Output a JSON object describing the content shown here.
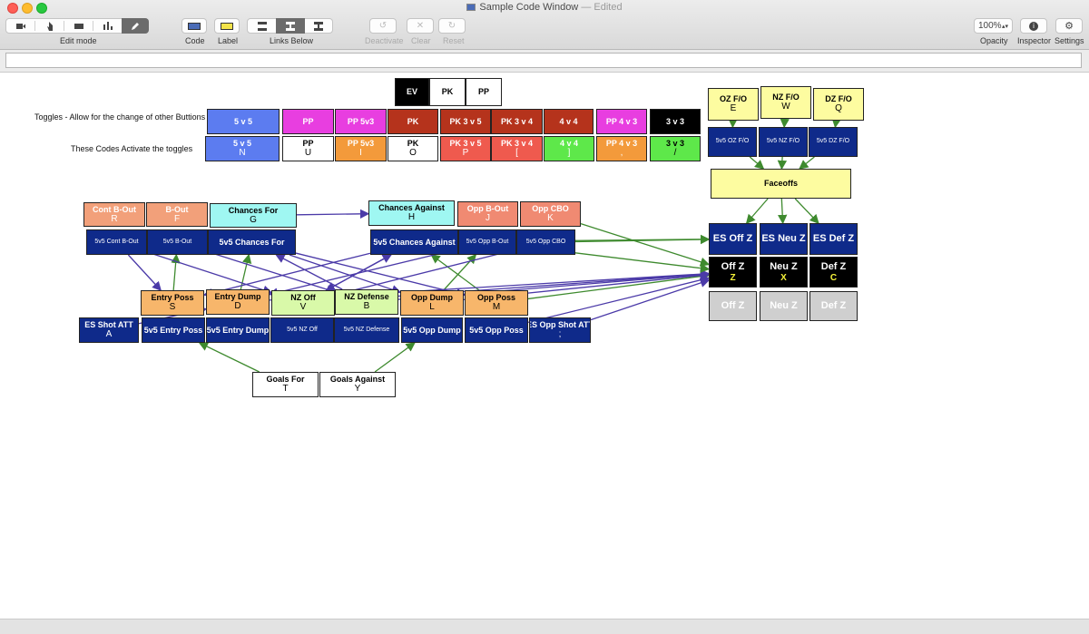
{
  "window": {
    "title": "Sample Code Window",
    "edited": " — Edited",
    "controls": {
      "close": "#fe5f57",
      "minimize": "#febc2e",
      "zoom": "#28c840"
    }
  },
  "toolbar": {
    "edit_mode_label": "Edit mode",
    "code_label": "Code",
    "label_label": "Label",
    "links_below_label": "Links Below",
    "deactivate_label": "Deactivate",
    "clear_label": "Clear",
    "reset_label": "Reset",
    "opacity_value": "100%",
    "opacity_label": "Opacity",
    "inspector_label": "Inspector",
    "settings_label": "Settings",
    "edit_icons": [
      "video-icon",
      "pointer-icon",
      "film-icon",
      "bar-chart-icon",
      "pencil-icon"
    ]
  },
  "text_field": {
    "value": ""
  },
  "notes": {
    "toggles": "Toggles - Allow for the change of other Buttions",
    "codes": "These Codes Activate the toggles"
  },
  "buttons": [
    {
      "id": "ev",
      "name": "EV",
      "key": "",
      "bg": "#000000",
      "fg": "#ffffff",
      "l": 435,
      "t": 86,
      "w": 38,
      "h": 31
    },
    {
      "id": "pk-top",
      "name": "PK",
      "key": "",
      "bg": "#ffffff",
      "fg": "#000000",
      "l": 473,
      "t": 86,
      "w": 40,
      "h": 31
    },
    {
      "id": "pp-top",
      "name": "PP",
      "key": "",
      "bg": "#ffffff",
      "fg": "#000000",
      "l": 513,
      "t": 86,
      "w": 40,
      "h": 31
    },
    {
      "id": "t-5v5",
      "name": "5 v 5",
      "key": "",
      "bg": "#5c7cf0",
      "fg": "#ffffff",
      "l": 228,
      "t": 120,
      "w": 80,
      "h": 28
    },
    {
      "id": "t-pp",
      "name": "PP",
      "key": "",
      "bg": "#e83ee0",
      "fg": "#ffffff",
      "l": 311,
      "t": 120,
      "w": 57,
      "h": 28
    },
    {
      "id": "t-pp5v3",
      "name": "PP 5v3",
      "key": "",
      "bg": "#e83ee0",
      "fg": "#ffffff",
      "l": 369,
      "t": 120,
      "w": 57,
      "h": 28
    },
    {
      "id": "t-pk",
      "name": "PK",
      "key": "",
      "bg": "#b5331c",
      "fg": "#ffffff",
      "l": 427,
      "t": 120,
      "w": 56,
      "h": 28
    },
    {
      "id": "t-pk3v5",
      "name": "PK 3 v 5",
      "key": "",
      "bg": "#b5331c",
      "fg": "#ffffff",
      "l": 485,
      "t": 120,
      "w": 56,
      "h": 28
    },
    {
      "id": "t-pk3v4",
      "name": "PK 3 v 4",
      "key": "",
      "bg": "#b5331c",
      "fg": "#ffffff",
      "l": 541,
      "t": 120,
      "w": 57,
      "h": 28
    },
    {
      "id": "t-4v4",
      "name": "4 v 4",
      "key": "",
      "bg": "#b5331c",
      "fg": "#ffffff",
      "l": 599,
      "t": 120,
      "w": 55,
      "h": 28
    },
    {
      "id": "t-pp4v3",
      "name": "PP 4 v 3",
      "key": "",
      "bg": "#e83ee0",
      "fg": "#ffffff",
      "l": 657,
      "t": 120,
      "w": 56,
      "h": 28
    },
    {
      "id": "t-3v3",
      "name": "3 v 3",
      "key": "",
      "bg": "#000000",
      "fg": "#ffffff",
      "l": 716,
      "t": 120,
      "w": 56,
      "h": 28
    },
    {
      "id": "a-5v5",
      "name": "5 v 5",
      "key": "N",
      "bg": "#5c7cf0",
      "fg": "#ffffff",
      "l": 226,
      "t": 150,
      "w": 82,
      "h": 28
    },
    {
      "id": "a-pp",
      "name": "PP",
      "key": "U",
      "bg": "#ffffff",
      "fg": "#000000",
      "l": 311,
      "t": 150,
      "w": 57,
      "h": 28
    },
    {
      "id": "a-pp5v3",
      "name": "PP 5v3",
      "key": "I",
      "bg": "#f39a3b",
      "fg": "#ffffff",
      "l": 369,
      "t": 150,
      "w": 57,
      "h": 28
    },
    {
      "id": "a-pk",
      "name": "PK",
      "key": "O",
      "bg": "#ffffff",
      "fg": "#000000",
      "l": 427,
      "t": 150,
      "w": 56,
      "h": 28
    },
    {
      "id": "a-pk3v5",
      "name": "PK 3 v 5",
      "key": "P",
      "bg": "#ef5a4e",
      "fg": "#ffffff",
      "l": 485,
      "t": 150,
      "w": 56,
      "h": 28
    },
    {
      "id": "a-pk3v4",
      "name": "PK 3 v 4",
      "key": "[",
      "bg": "#ef5a4e",
      "fg": "#ffffff",
      "l": 541,
      "t": 150,
      "w": 57,
      "h": 28
    },
    {
      "id": "a-4v4",
      "name": "4 v 4",
      "key": "]",
      "bg": "#5ee84a",
      "fg": "#ffffff",
      "l": 599,
      "t": 150,
      "w": 56,
      "h": 28
    },
    {
      "id": "a-pp4v3",
      "name": "PP 4 v 3",
      "key": ",",
      "bg": "#f39a3b",
      "fg": "#ffffff",
      "l": 657,
      "t": 150,
      "w": 56,
      "h": 28
    },
    {
      "id": "a-3v3",
      "name": "3 v 3",
      "key": "/",
      "bg": "#5ee84a",
      "fg": "#000000",
      "l": 716,
      "t": 150,
      "w": 56,
      "h": 28
    },
    {
      "id": "oz-fo",
      "name": "OZ F/O",
      "key": "E",
      "bg": "#fdfca0",
      "fg": "#000000",
      "l": 780,
      "t": 97,
      "w": 56,
      "h": 36
    },
    {
      "id": "nz-fo",
      "name": "NZ F/O",
      "key": "W",
      "bg": "#fdfca0",
      "fg": "#000000",
      "l": 838,
      "t": 95,
      "w": 56,
      "h": 36
    },
    {
      "id": "dz-fo",
      "name": "DZ F/O",
      "key": "Q",
      "bg": "#fdfca0",
      "fg": "#000000",
      "l": 896,
      "t": 97,
      "w": 56,
      "h": 36
    },
    {
      "id": "oz-fo-5v5",
      "name": "5v5 OZ F/O",
      "key": "",
      "bg": "#0f2a8a",
      "fg": "#ffffff",
      "plain": true,
      "l": 780,
      "t": 140,
      "w": 54,
      "h": 33
    },
    {
      "id": "nz-fo-5v5",
      "name": "5v5 NZ F/O",
      "key": "",
      "bg": "#0f2a8a",
      "fg": "#ffffff",
      "plain": true,
      "l": 836,
      "t": 140,
      "w": 54,
      "h": 33
    },
    {
      "id": "dz-fo-5v5",
      "name": "5v5 DZ F/O",
      "key": "",
      "bg": "#0f2a8a",
      "fg": "#ffffff",
      "plain": true,
      "l": 891,
      "t": 140,
      "w": 54,
      "h": 33
    },
    {
      "id": "faceoffs",
      "name": "Faceoffs",
      "key": "",
      "bg": "#fdfca0",
      "fg": "#000000",
      "l": 783,
      "t": 186,
      "w": 155,
      "h": 33
    },
    {
      "id": "es-off",
      "name": "ES Off Z",
      "key": "",
      "bg": "#0f2a8a",
      "fg": "#ffffff",
      "big": true,
      "l": 781,
      "t": 246,
      "w": 53,
      "h": 35
    },
    {
      "id": "es-neu",
      "name": "ES Neu Z",
      "key": "",
      "bg": "#0f2a8a",
      "fg": "#ffffff",
      "big": true,
      "l": 837,
      "t": 246,
      "w": 53,
      "h": 35
    },
    {
      "id": "es-def",
      "name": "ES Def Z",
      "key": "",
      "bg": "#0f2a8a",
      "fg": "#ffffff",
      "big": true,
      "l": 892,
      "t": 246,
      "w": 53,
      "h": 35
    },
    {
      "id": "off-z",
      "name": "Off Z",
      "key": "Z",
      "bg": "#000000",
      "fg": "#ffffff",
      "keycolor": "#f6f33a",
      "big": true,
      "l": 781,
      "t": 283,
      "w": 53,
      "h": 34
    },
    {
      "id": "neu-z",
      "name": "Neu Z",
      "key": "X",
      "bg": "#000000",
      "fg": "#ffffff",
      "keycolor": "#f6f33a",
      "big": true,
      "l": 837,
      "t": 283,
      "w": 53,
      "h": 34
    },
    {
      "id": "def-z",
      "name": "Def Z",
      "key": "C",
      "bg": "#000000",
      "fg": "#ffffff",
      "keycolor": "#f6f33a",
      "big": true,
      "l": 892,
      "t": 283,
      "w": 53,
      "h": 34
    },
    {
      "id": "off-z-grey",
      "name": "Off Z",
      "key": "",
      "bg": "#cfcfcf",
      "fg": "#ffffff",
      "big": true,
      "l": 781,
      "t": 321,
      "w": 53,
      "h": 33
    },
    {
      "id": "neu-z-grey",
      "name": "Neu Z",
      "key": "",
      "bg": "#cfcfcf",
      "fg": "#ffffff",
      "big": true,
      "l": 837,
      "t": 321,
      "w": 53,
      "h": 33
    },
    {
      "id": "def-z-grey",
      "name": "Def Z",
      "key": "",
      "bg": "#cfcfcf",
      "fg": "#ffffff",
      "big": true,
      "l": 892,
      "t": 321,
      "w": 53,
      "h": 33
    },
    {
      "id": "cont-bout",
      "name": "Cont B-Out",
      "key": "R",
      "bg": "#f2a07a",
      "fg": "#ffffff",
      "l": 92,
      "t": 223,
      "w": 68,
      "h": 27
    },
    {
      "id": "bout",
      "name": "B-Out",
      "key": "F",
      "bg": "#f2a07a",
      "fg": "#ffffff",
      "l": 161,
      "t": 223,
      "w": 68,
      "h": 27
    },
    {
      "id": "chances-for",
      "name": "Chances For",
      "key": "G",
      "bg": "#9ff7f2",
      "fg": "#000000",
      "l": 231,
      "t": 224,
      "w": 96,
      "h": 27
    },
    {
      "id": "chances-against",
      "name": "Chances Against",
      "key": "H",
      "bg": "#9ff7f2",
      "fg": "#000000",
      "l": 406,
      "t": 221,
      "w": 95,
      "h": 28
    },
    {
      "id": "opp-bout",
      "name": "Opp B-Out",
      "key": "J",
      "bg": "#f08a72",
      "fg": "#ffffff",
      "l": 504,
      "t": 222,
      "w": 67,
      "h": 28
    },
    {
      "id": "opp-cbo",
      "name": "Opp CBO",
      "key": "K",
      "bg": "#f08a72",
      "fg": "#ffffff",
      "l": 573,
      "t": 222,
      "w": 67,
      "h": 28
    },
    {
      "id": "cont-bout-5v5",
      "name": "5v5 Cont B-Out",
      "key": "",
      "bg": "#0f2a8a",
      "fg": "#ffffff",
      "plain": true,
      "l": 95,
      "t": 253,
      "w": 67,
      "h": 28
    },
    {
      "id": "bout-5v5",
      "name": "5v5 B-Out",
      "key": "",
      "bg": "#0f2a8a",
      "fg": "#ffffff",
      "plain": true,
      "l": 162,
      "t": 253,
      "w": 67,
      "h": 28
    },
    {
      "id": "chances-for-5v5",
      "name": "5v5 Chances For",
      "key": "",
      "bg": "#0f2a8a",
      "fg": "#ffffff",
      "l": 229,
      "t": 253,
      "w": 97,
      "h": 28
    },
    {
      "id": "chances-against-5v5",
      "name": "5v5 Chances Against",
      "key": "",
      "bg": "#0f2a8a",
      "fg": "#ffffff",
      "l": 408,
      "t": 253,
      "w": 97,
      "h": 28
    },
    {
      "id": "opp-bout-5v5",
      "name": "5v5 Opp B-Out",
      "key": "",
      "bg": "#0f2a8a",
      "fg": "#ffffff",
      "plain": true,
      "l": 505,
      "t": 253,
      "w": 64,
      "h": 28
    },
    {
      "id": "opp-cbo-5v5",
      "name": "5v5 Opp CBO",
      "key": "",
      "bg": "#0f2a8a",
      "fg": "#ffffff",
      "plain": true,
      "l": 569,
      "t": 253,
      "w": 65,
      "h": 28
    },
    {
      "id": "entry-poss",
      "name": "Entry Poss",
      "key": "S",
      "bg": "#f7b66b",
      "fg": "#000000",
      "l": 155,
      "t": 320,
      "w": 70,
      "h": 28
    },
    {
      "id": "entry-dump",
      "name": "Entry Dump",
      "key": "D",
      "bg": "#f7b66b",
      "fg": "#000000",
      "l": 227,
      "t": 319,
      "w": 70,
      "h": 28
    },
    {
      "id": "nz-off",
      "name": "NZ Off",
      "key": "V",
      "bg": "#d9f9a9",
      "fg": "#000000",
      "l": 299,
      "t": 320,
      "w": 70,
      "h": 28
    },
    {
      "id": "nz-defense",
      "name": "NZ Defense",
      "key": "B",
      "bg": "#d9f9a9",
      "fg": "#000000",
      "l": 369,
      "t": 319,
      "w": 70,
      "h": 28
    },
    {
      "id": "opp-dump",
      "name": "Opp Dump",
      "key": "L",
      "bg": "#f7b66b",
      "fg": "#000000",
      "l": 441,
      "t": 320,
      "w": 70,
      "h": 28
    },
    {
      "id": "opp-poss",
      "name": "Opp Poss",
      "key": "M",
      "bg": "#f7b66b",
      "fg": "#000000",
      "l": 512,
      "t": 320,
      "w": 70,
      "h": 28
    },
    {
      "id": "es-shot-att",
      "name": "ES Shot ATT",
      "key": "A",
      "bg": "#0f2a8a",
      "fg": "#ffffff",
      "l": 87,
      "t": 350,
      "w": 66,
      "h": 28
    },
    {
      "id": "entry-poss-5v5",
      "name": "5v5 Entry Poss",
      "key": "",
      "bg": "#0f2a8a",
      "fg": "#ffffff",
      "l": 156,
      "t": 350,
      "w": 70,
      "h": 28
    },
    {
      "id": "entry-dump-5v5",
      "name": "5v5 Entry Dump",
      "key": "",
      "bg": "#0f2a8a",
      "fg": "#ffffff",
      "l": 227,
      "t": 350,
      "w": 70,
      "h": 28
    },
    {
      "id": "nz-off-5v5",
      "name": "5v5 NZ Off",
      "key": "",
      "bg": "#0f2a8a",
      "fg": "#ffffff",
      "plain": true,
      "l": 298,
      "t": 350,
      "w": 70,
      "h": 28
    },
    {
      "id": "nz-defense-5v5",
      "name": "5v5 NZ Defense",
      "key": "",
      "bg": "#0f2a8a",
      "fg": "#ffffff",
      "plain": true,
      "l": 368,
      "t": 350,
      "w": 72,
      "h": 28
    },
    {
      "id": "opp-dump-5v5",
      "name": "5v5 Opp Dump",
      "key": "",
      "bg": "#0f2a8a",
      "fg": "#ffffff",
      "l": 442,
      "t": 350,
      "w": 68,
      "h": 28
    },
    {
      "id": "opp-poss-5v5",
      "name": "5v5 Opp Poss",
      "key": "",
      "bg": "#0f2a8a",
      "fg": "#ffffff",
      "l": 512,
      "t": 350,
      "w": 70,
      "h": 28
    },
    {
      "id": "es-opp-shot-att",
      "name": "ES Opp Shot ATT",
      "key": ";",
      "bg": "#0f2a8a",
      "fg": "#ffffff",
      "l": 583,
      "t": 350,
      "w": 68,
      "h": 28
    },
    {
      "id": "goals-for",
      "name": "Goals For",
      "key": "T",
      "bg": "#ffffff",
      "fg": "#000000",
      "l": 278,
      "t": 410,
      "w": 73,
      "h": 28
    },
    {
      "id": "goals-against",
      "name": "Goals Against",
      "key": "Y",
      "bg": "#ffffff",
      "fg": "#000000",
      "l": 352,
      "t": 410,
      "w": 84,
      "h": 28
    }
  ],
  "link_colors": {
    "green": "#3e8a2e",
    "purple": "#4b3aa8"
  },
  "links": [
    [
      "nz-fo-5v5",
      "faceoffs",
      "green"
    ],
    [
      "oz-fo-5v5",
      "faceoffs",
      "green"
    ],
    [
      "dz-fo-5v5",
      "faceoffs",
      "green"
    ],
    [
      "faceoffs",
      "es-off",
      "green"
    ],
    [
      "faceoffs",
      "es-neu",
      "green"
    ],
    [
      "faceoffs",
      "es-def",
      "green"
    ],
    [
      "oz-fo",
      "oz-fo-5v5",
      "green"
    ],
    [
      "nz-fo",
      "nz-fo-5v5",
      "green"
    ],
    [
      "dz-fo",
      "dz-fo-5v5",
      "green"
    ],
    [
      "goals-for",
      "entry-poss-5v5",
      "green"
    ],
    [
      "goals-against",
      "opp-dump-5v5",
      "green"
    ],
    [
      "es-shot-att",
      "entry-dump",
      "purple"
    ],
    [
      "entry-poss",
      "bout-5v5",
      "green"
    ],
    [
      "entry-dump",
      "chances-for-5v5",
      "green"
    ],
    [
      "nz-off",
      "chances-against-5v5",
      "purple"
    ],
    [
      "nz-defense",
      "chances-for-5v5",
      "purple"
    ],
    [
      "opp-dump",
      "opp-bout-5v5",
      "green"
    ],
    [
      "opp-poss",
      "chances-against-5v5",
      "green"
    ],
    [
      "cont-bout-5v5",
      "nz-off",
      "purple"
    ],
    [
      "cont-bout-5v5",
      "entry-poss",
      "purple"
    ],
    [
      "bout-5v5",
      "nz-defense",
      "purple"
    ],
    [
      "chances-for-5v5",
      "opp-dump",
      "purple"
    ],
    [
      "chances-for-5v5",
      "opp-poss",
      "purple"
    ],
    [
      "chances-against-5v5",
      "entry-poss",
      "purple"
    ],
    [
      "chances-against-5v5",
      "nz-off",
      "purple"
    ],
    [
      "opp-bout-5v5",
      "entry-dump",
      "purple"
    ],
    [
      "opp-cbo-5v5",
      "nz-off",
      "purple"
    ],
    [
      "chances-for",
      "chances-against",
      "purple"
    ],
    [
      "chances-against-5v5",
      "es-off",
      "green"
    ],
    [
      "opp-cbo-5v5",
      "es-off",
      "green"
    ],
    [
      "opp-cbo",
      "off-z",
      "green"
    ],
    [
      "opp-poss",
      "off-z",
      "green"
    ],
    [
      "opp-dump",
      "off-z",
      "purple"
    ],
    [
      "nz-defense",
      "off-z",
      "purple"
    ],
    [
      "nz-off",
      "off-z",
      "purple"
    ],
    [
      "entry-dump",
      "off-z",
      "purple"
    ],
    [
      "opp-poss-5v5",
      "off-z",
      "purple"
    ],
    [
      "es-opp-shot-att",
      "off-z",
      "purple"
    ],
    [
      "opp-bout-5v5",
      "off-z",
      "green"
    ]
  ]
}
